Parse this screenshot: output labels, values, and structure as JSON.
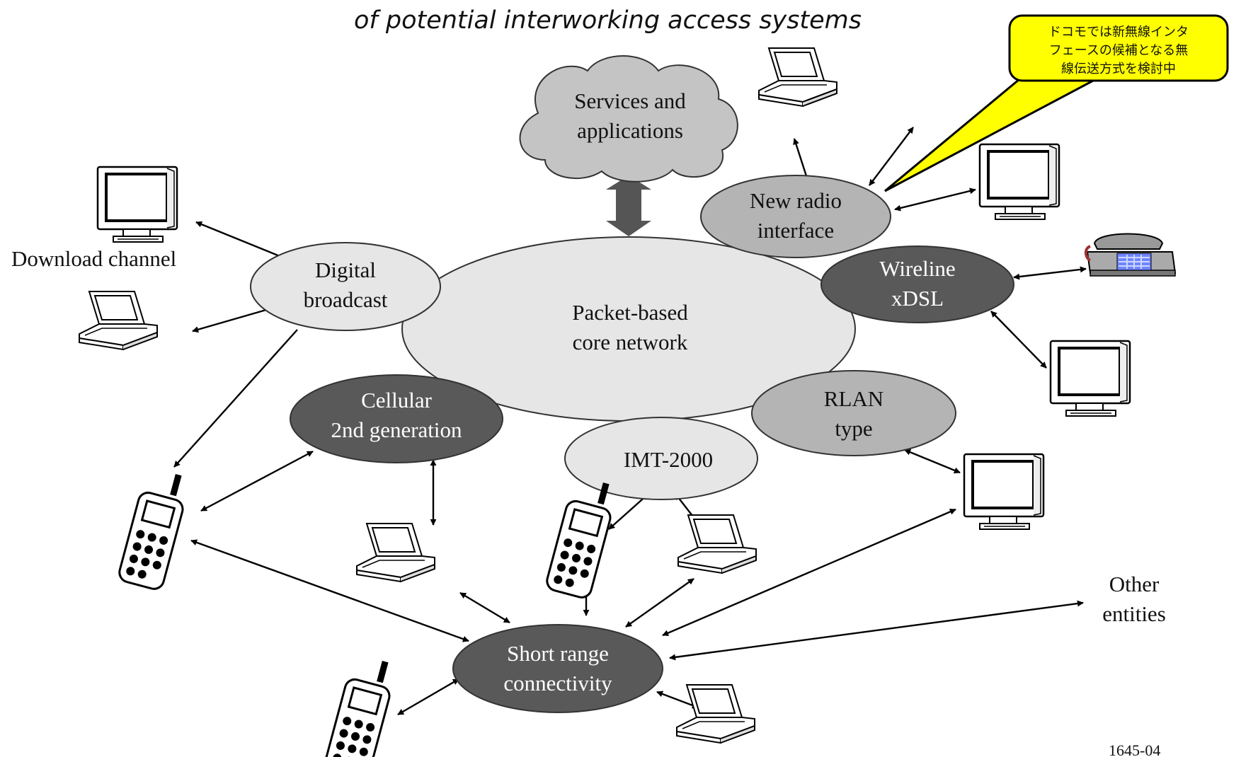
{
  "title": {
    "line2": "of potential interworking access systems"
  },
  "callout": {
    "lines": [
      "ドコモでは新無線インタ",
      "フェースの候補となる無",
      "線伝送方式を検討中"
    ],
    "fill": "#ffff00"
  },
  "nodes": {
    "services": {
      "line1": "Services and",
      "line2": "applications"
    },
    "core": {
      "line1": "Packet-based",
      "line2": "core network"
    },
    "digital_broadcast": {
      "line1": "Digital",
      "line2": "broadcast"
    },
    "new_radio": {
      "line1": "New radio",
      "line2": "interface"
    },
    "wireline": {
      "line1": "Wireline",
      "line2": "xDSL"
    },
    "cellular": {
      "line1": "Cellular",
      "line2": "2nd generation"
    },
    "imt": {
      "line1": "IMT-2000"
    },
    "rlan": {
      "line1": "RLAN",
      "line2": "type"
    },
    "short_range": {
      "line1": "Short range",
      "line2": "connectivity"
    }
  },
  "labels": {
    "download_channel": "Download channel",
    "other_line1": "Other",
    "other_line2": "entities",
    "figure_code": "1645-04"
  },
  "colors": {
    "light_node": "#e6e6e6",
    "mid_node": "#b4b4b4",
    "dark_node": "#595959",
    "cloud": "#c4c4c4",
    "big_arrow": "#555555"
  },
  "devices": [
    {
      "type": "monitor-icon"
    },
    {
      "type": "laptop-icon"
    },
    {
      "type": "laptop-icon"
    },
    {
      "type": "monitor-icon"
    },
    {
      "type": "telephone-icon"
    },
    {
      "type": "monitor-icon"
    },
    {
      "type": "monitor-icon"
    },
    {
      "type": "mobile-phone-icon"
    },
    {
      "type": "laptop-icon"
    },
    {
      "type": "mobile-phone-icon"
    },
    {
      "type": "laptop-icon"
    },
    {
      "type": "mobile-phone-icon"
    },
    {
      "type": "laptop-icon"
    }
  ]
}
